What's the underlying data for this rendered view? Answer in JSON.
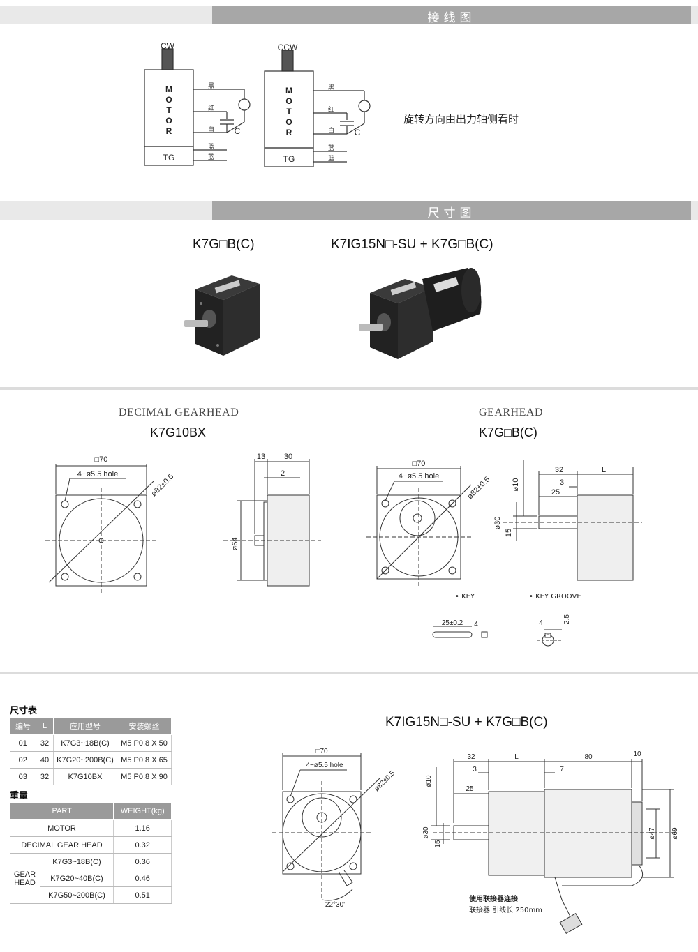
{
  "wiring_section": {
    "title": "接线图",
    "diagram_left": {
      "direction": "CW",
      "motor": "MOTOR",
      "tg": "TG",
      "wires": [
        "黑",
        "红",
        "白",
        "蓝",
        "蓝"
      ],
      "cap": "C"
    },
    "diagram_right": {
      "direction": "CCW",
      "motor": "MOTOR",
      "tg": "TG",
      "wires": [
        "黑",
        "红",
        "白",
        "蓝",
        "蓝"
      ],
      "cap": "C"
    },
    "note": "旋转方向由出力轴侧看时"
  },
  "dimension_section": {
    "title": "尺寸图",
    "product_left": "K7G□B(C)",
    "product_right": "K7IG15N□-SU + K7G□B(C)"
  },
  "drawing_left": {
    "caption": "DECIMAL GEARHEAD",
    "model": "K7G10BX",
    "dims": {
      "square": "□70",
      "hole": "4−ø5.5 hole",
      "pcd": "ø82±0.5",
      "d13": "13",
      "d30": "30",
      "d2": "2",
      "pilot": "ø64"
    }
  },
  "drawing_right": {
    "caption": "GEARHEAD",
    "model": "K7G□B(C)",
    "dims": {
      "square": "□70",
      "hole": "4−ø5.5 hole",
      "pcd": "ø82±0.5",
      "d32": "32",
      "L": "L",
      "d3": "3",
      "d25": "25",
      "d30": "ø30",
      "d15": "15",
      "shaft": "ø10"
    },
    "key_label": "KEY",
    "key_groove_label": "KEY GROOVE",
    "key_dims": {
      "len": "25±0.2",
      "width": "4"
    },
    "groove_dims": {
      "width": "4",
      "depth": "2.5"
    }
  },
  "size_table": {
    "heading": "尺寸表",
    "columns": [
      "编号",
      "L",
      "应用型号",
      "安装螺丝"
    ],
    "rows": [
      [
        "01",
        "32",
        "K7G3~18B(C)",
        "M5 P0.8 X 50"
      ],
      [
        "02",
        "40",
        "K7G20~200B(C)",
        "M5 P0.8 X 65"
      ],
      [
        "03",
        "32",
        "K7G10BX",
        "M5 P0.8 X 90"
      ]
    ]
  },
  "weight_table": {
    "heading": "重量",
    "columns": [
      "PART",
      "WEIGHT(kg)"
    ],
    "rows": [
      {
        "group": "",
        "part": "MOTOR",
        "weight": "1.16"
      },
      {
        "group": "",
        "part": "DECIMAL GEAR HEAD",
        "weight": "0.32"
      },
      {
        "group": "GEAR HEAD",
        "part": "K7G3~18B(C)",
        "weight": "0.36"
      },
      {
        "group": "",
        "part": "K7G20~40B(C)",
        "weight": "0.46"
      },
      {
        "group": "",
        "part": "K7G50~200B(C)",
        "weight": "0.51"
      }
    ]
  },
  "drawing_bottom": {
    "model": "K7IG15N□-SU + K7G□B(C)",
    "dims": {
      "square": "□70",
      "hole": "4−ø5.5 hole",
      "pcd": "ø82±0.5",
      "angle": "22°30'",
      "d32": "32",
      "L": "L",
      "d80": "80",
      "d10": "10",
      "d3": "3",
      "d7": "7",
      "d25": "25",
      "d30": "ø30",
      "d15": "15",
      "d47": "ø47",
      "d69": "ø69",
      "shaft": "ø10"
    },
    "connector_note_1": "使用联接器连接",
    "connector_note_2": "联接器 引线长 250mm"
  },
  "colors": {
    "bar_dark": "#a7a7a7",
    "bar_light": "#e9e9e9",
    "table_head": "#9a9a9a"
  }
}
